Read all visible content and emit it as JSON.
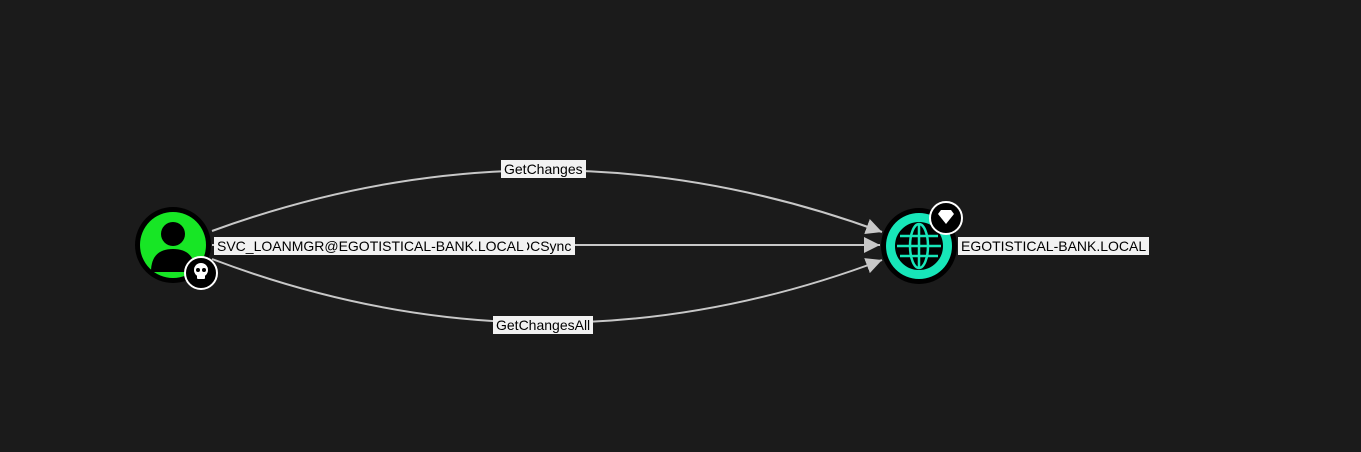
{
  "nodes": {
    "user": {
      "label": "SVC_LOANMGR@EGOTISTICAL-BANK.LOCAL",
      "type": "user",
      "color": "#17e625",
      "badge_icon": "skull-icon"
    },
    "domain": {
      "label": "EGOTISTICAL-BANK.LOCAL",
      "type": "domain",
      "color": "#17e6b9",
      "badge_icon": "gem-icon"
    }
  },
  "edges": [
    {
      "label": "GetChanges"
    },
    {
      "label": "DCSync"
    },
    {
      "label": "GetChangesAll"
    }
  ],
  "colors": {
    "background": "#1b1b1b",
    "edge": "#c8c8c8"
  }
}
